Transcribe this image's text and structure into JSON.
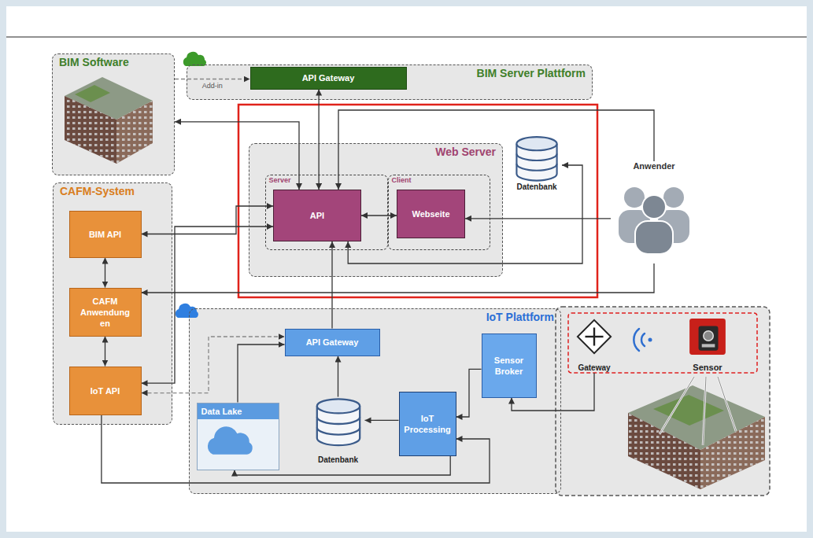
{
  "diagram": {
    "nodes": [
      {
        "text": [
          "BIM Software"
        ]
      },
      {
        "text": [
          "BIM Server Plattform"
        ]
      },
      {
        "text": [
          "API Gateway"
        ],
        "in": 1
      },
      {
        "text": [
          "Web Server"
        ]
      },
      {
        "text": [
          "Server"
        ],
        "in": 3
      },
      {
        "text": [
          "API"
        ],
        "in": 4
      },
      {
        "text": [
          "Client"
        ],
        "in": 3
      },
      {
        "text": [
          "Webseite"
        ],
        "in": 6
      },
      {
        "text": [
          "Datenbank"
        ]
      },
      {
        "text": [
          "Anwender"
        ]
      },
      {
        "text": [
          "CAFM-System"
        ]
      },
      {
        "text": [
          "BIM API"
        ],
        "in": 10
      },
      {
        "text": [
          "CAFM Anwendung en"
        ],
        "in": 10
      },
      {
        "text": [
          "IoT API"
        ],
        "in": 10
      },
      {
        "text": [
          "IoT Plattform"
        ]
      },
      {
        "text": [
          "API Gateway"
        ],
        "in": 14
      },
      {
        "text": [
          "Data Lake"
        ],
        "in": 14
      },
      {
        "text": [
          "Datenbank"
        ],
        "in": 14
      },
      {
        "text": [
          "IoT Processing"
        ],
        "in": 14
      },
      {
        "text": [
          "Sensor Broker"
        ],
        "in": 14
      },
      {
        "text": [
          "Gateway"
        ]
      },
      {
        "text": [
          "Sensor"
        ]
      }
    ],
    "edges": [
      {
        "from": 0,
        "to": 5,
        "arrow": "both"
      },
      {
        "from": 0,
        "to": 2,
        "label": "Add-in",
        "arrow": "to"
      },
      {
        "from": 2,
        "to": 5,
        "arrow": "both"
      },
      {
        "from": 9,
        "to": 5,
        "arrow": "to"
      },
      {
        "from": 5,
        "to": 7,
        "arrow": "both"
      },
      {
        "from": 5,
        "to": 8,
        "arrow": "both"
      },
      {
        "from": 9,
        "to": 7,
        "arrow": "to"
      },
      {
        "from": 11,
        "to": 5,
        "arrow": "both"
      },
      {
        "from": 9,
        "to": 12,
        "arrow": "to"
      },
      {
        "from": 11,
        "to": 12,
        "arrow": "both"
      },
      {
        "from": 12,
        "to": 13,
        "arrow": "both"
      },
      {
        "from": 13,
        "to": 5,
        "arrow": "both"
      },
      {
        "from": 13,
        "to": 15,
        "arrow": "both"
      },
      {
        "from": 13,
        "to": 18,
        "arrow": "to"
      },
      {
        "from": 18,
        "to": 16,
        "arrow": "to"
      },
      {
        "from": 18,
        "to": 17,
        "arrow": "to"
      },
      {
        "from": 17,
        "to": 15,
        "arrow": "to"
      },
      {
        "from": 16,
        "to": 15,
        "arrow": "to"
      },
      {
        "from": 15,
        "to": 5,
        "arrow": "to"
      },
      {
        "from": 19,
        "to": 18,
        "arrow": "to"
      },
      {
        "from": 20,
        "to": 19,
        "arrow": "to"
      }
    ]
  }
}
